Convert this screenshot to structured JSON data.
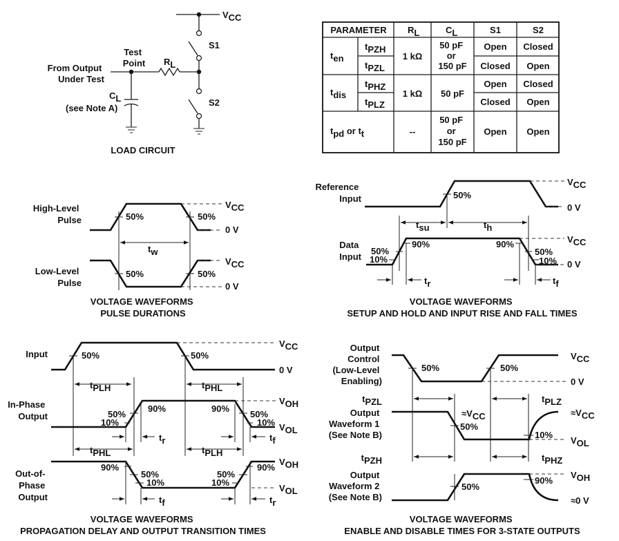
{
  "load_circuit": {
    "vcc": "V",
    "vcc_sub": "CC",
    "s1": "S1",
    "s2": "S2",
    "test_point": [
      "Test",
      "Point"
    ],
    "rl": "R",
    "rl_sub": "L",
    "from_output": [
      "From Output",
      "Under Test"
    ],
    "cl": "C",
    "cl_sub": "L",
    "see_note": "(see Note A)",
    "caption": "LOAD CIRCUIT"
  },
  "table": {
    "headers": [
      "PARAMETER",
      "RL",
      "CL",
      "S1",
      "S2"
    ],
    "header_subs": [
      "",
      "L",
      "L",
      "",
      ""
    ],
    "t_en": "t",
    "t_en_sub": "en",
    "tpzh": "t",
    "tpzh_sub": "PZH",
    "tpzl": "t",
    "tpzl_sub": "PZL",
    "t_dis": "t",
    "t_dis_sub": "dis",
    "tphz": "t",
    "tphz_sub": "PHZ",
    "tplz": "t",
    "tplz_sub": "PLZ",
    "tpd": "t",
    "tpd_sub": "pd",
    "tpd_or": " or t",
    "tpd_or_sub": "t",
    "rl_en": "1 kΩ",
    "rl_dis": "1 kΩ",
    "rl_pd": "--",
    "cl_en": [
      "50 pF",
      "or",
      "150 pF"
    ],
    "cl_dis": "50 pF",
    "cl_pd": [
      "50 pF",
      "or",
      "150 pF"
    ],
    "s1_pzh": "Open",
    "s2_pzh": "Closed",
    "s1_pzl": "Closed",
    "s2_pzl": "Open",
    "s1_phz": "Open",
    "s2_phz": "Closed",
    "s1_plz": "Closed",
    "s2_plz": "Open",
    "s1_pd": "Open",
    "s2_pd": "Open"
  },
  "pulse": {
    "high_label": [
      "High-Level",
      "Pulse"
    ],
    "low_label": [
      "Low-Level",
      "Pulse"
    ],
    "p50": "50%",
    "vcc": "V",
    "vcc_sub": "CC",
    "zero": "0 V",
    "tw": "t",
    "tw_sub": "w",
    "caption": [
      "VOLTAGE WAVEFORMS",
      "PULSE DURATIONS"
    ]
  },
  "setup": {
    "ref_label": [
      "Reference",
      "Input"
    ],
    "data_label": [
      "Data",
      "Input"
    ],
    "p50": "50%",
    "p90": "90%",
    "p10": "10%",
    "vcc": "V",
    "vcc_sub": "CC",
    "zero": "0 V",
    "tsu": "t",
    "tsu_sub": "su",
    "th": "t",
    "th_sub": "h",
    "tr": "t",
    "tr_sub": "r",
    "tf": "t",
    "tf_sub": "f",
    "caption": [
      "VOLTAGE WAVEFORMS",
      "SETUP AND HOLD AND INPUT RISE AND FALL TIMES"
    ]
  },
  "prop": {
    "input_label": "Input",
    "inphase_label": [
      "In-Phase",
      "Output"
    ],
    "outphase_label": [
      "Out-of-",
      "Phase",
      "Output"
    ],
    "p50": "50%",
    "p90": "90%",
    "p10": "10%",
    "vcc": "V",
    "vcc_sub": "CC",
    "zero": "0 V",
    "voh": "V",
    "voh_sub": "OH",
    "vol": "V",
    "vol_sub": "OL",
    "tplh": "t",
    "tplh_sub": "PLH",
    "tphl": "t",
    "tphl_sub": "PHL",
    "tr": "t",
    "tr_sub": "r",
    "tf": "t",
    "tf_sub": "f",
    "caption": [
      "VOLTAGE WAVEFORMS",
      "PROPAGATION DELAY AND OUTPUT TRANSITION TIMES"
    ]
  },
  "enable": {
    "ctrl_label": [
      "Output",
      "Control",
      "(Low-Level",
      "Enabling)"
    ],
    "wf1_label": [
      "Output",
      "Waveform 1",
      "(See Note B)"
    ],
    "wf2_label": [
      "Output",
      "Waveform 2",
      "(See Note B)"
    ],
    "p50": "50%",
    "p90": "90%",
    "p10": "10%",
    "vcc": "V",
    "vcc_sub": "CC",
    "approx_vcc": "≈V",
    "approx_vcc_sub": "CC",
    "zero": "0 V",
    "approx_zero": "≈0 V",
    "voh": "V",
    "voh_sub": "OH",
    "vol": "V",
    "vol_sub": "OL",
    "tpzl": "t",
    "tpzl_sub": "PZL",
    "tplz": "t",
    "tplz_sub": "PLZ",
    "tpzh": "t",
    "tpzh_sub": "PZH",
    "tphz": "t",
    "tphz_sub": "PHZ",
    "caption": [
      "VOLTAGE WAVEFORMS",
      "ENABLE AND DISABLE TIMES FOR 3-STATE OUTPUTS"
    ]
  }
}
